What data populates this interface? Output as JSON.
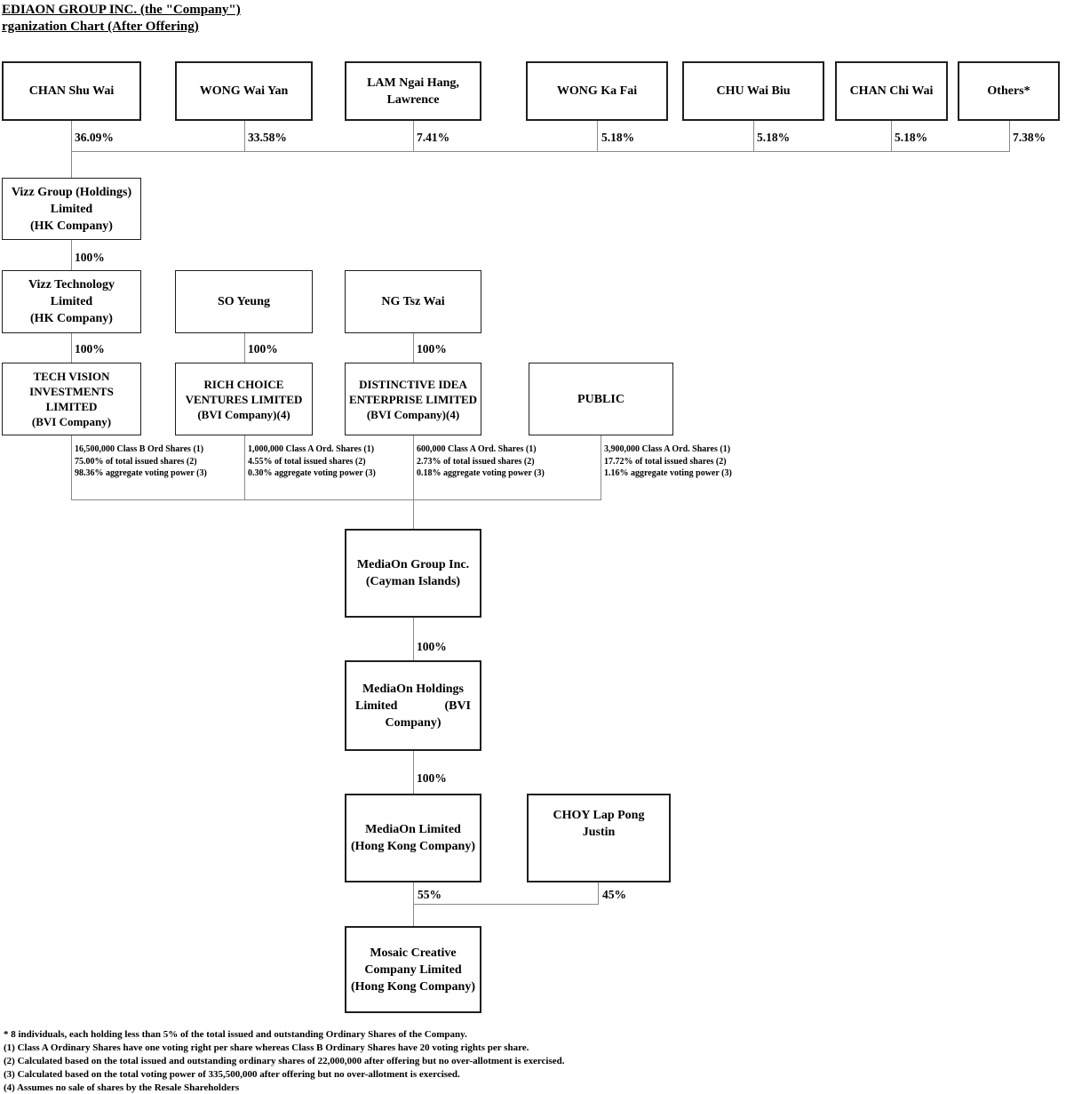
{
  "title": {
    "line1": "EDIAON GROUP INC. (the \"Company\")",
    "line2": "rganization Chart (After Offering)"
  },
  "top_shareholders": [
    {
      "label": "CHAN Shu Wai",
      "pct": "36.09%"
    },
    {
      "label": "WONG Wai Yan",
      "pct": "33.58%"
    },
    {
      "label": "LAM Ngai Hang,\nLawrence",
      "pct": "7.41%"
    },
    {
      "label": "WONG Ka Fai",
      "pct": "5.18%"
    },
    {
      "label": "CHU Wai Biu",
      "pct": "5.18%"
    },
    {
      "label": "CHAN Chi Wai",
      "pct": "5.18%"
    },
    {
      "label": "Others*",
      "pct": "7.38%"
    }
  ],
  "mid": {
    "vizz_group": {
      "label": "Vizz Group (Holdings)\nLimited\n(HK Company)",
      "pct": "100%"
    },
    "vizz_tech": {
      "label": "Vizz Technology\nLimited\n(HK Company)",
      "pct": "100%"
    },
    "so_yeung": {
      "label": "SO Yeung",
      "pct": "100%"
    },
    "ng_tsz_wai": {
      "label": "NG Tsz Wai",
      "pct": "100%"
    },
    "tech_vision": {
      "label": "TECH VISION\nINVESTMENTS LIMITED\n(BVI Company)"
    },
    "rich_choice": {
      "label": "RICH CHOICE\nVENTURES LIMITED\n(BVI Company)(4)"
    },
    "distinctive": {
      "label": "DISTINCTIVE IDEA\nENTERPRISE LIMITED\n(BVI Company)(4)"
    },
    "public": {
      "label": "PUBLIC"
    }
  },
  "holdings_detail": [
    {
      "lines": [
        "16,500,000 Class B Ord Shares (1)",
        "75.00% of total issued shares (2)",
        "98.36% aggregate voting power (3)"
      ]
    },
    {
      "lines": [
        "1,000,000 Class A Ord. Shares (1)",
        "4.55% of total issued shares (2)",
        "0.30% aggregate voting power (3)"
      ]
    },
    {
      "lines": [
        "600,000 Class A Ord. Shares (1)",
        "2.73% of total issued shares (2)",
        "0.18% aggregate voting power (3)"
      ]
    },
    {
      "lines": [
        "3,900,000 Class A Ord. Shares (1)",
        "17.72% of total issued shares (2)",
        "1.16% aggregate voting power (3)"
      ]
    }
  ],
  "chain": {
    "mediaon_group": {
      "label": "MediaOn Group Inc.\n(Cayman Islands)",
      "pct": "100%"
    },
    "mediaon_holdings": {
      "line1": "MediaOn Holdings",
      "line2_left": "Limited",
      "line2_right": "(BVI",
      "line3": "Company)",
      "pct": "100%"
    },
    "mediaon_limited": {
      "label": "MediaOn Limited\n(Hong Kong Company)",
      "pct": "55%"
    },
    "choy": {
      "label": "CHOY Lap Pong\nJustin",
      "pct": "45%"
    },
    "mosaic": {
      "label": "Mosaic Creative\nCompany Limited\n(Hong Kong Company)"
    }
  },
  "footnotes": [
    "* 8 individuals, each holding less than 5% of the total issued and outstanding Ordinary Shares of the Company.",
    "(1) Class A Ordinary Shares have one voting right per share whereas Class B Ordinary Shares have 20 voting rights per share.",
    "(2) Calculated based on the total issued and outstanding ordinary shares of 22,000,000 after offering but no over-allotment is exercised.",
    "(3) Calculated based on the total voting power of 335,500,000 after offering but no over-allotment is exercised.",
    "(4) Assumes no sale of shares by the Resale Shareholders"
  ]
}
